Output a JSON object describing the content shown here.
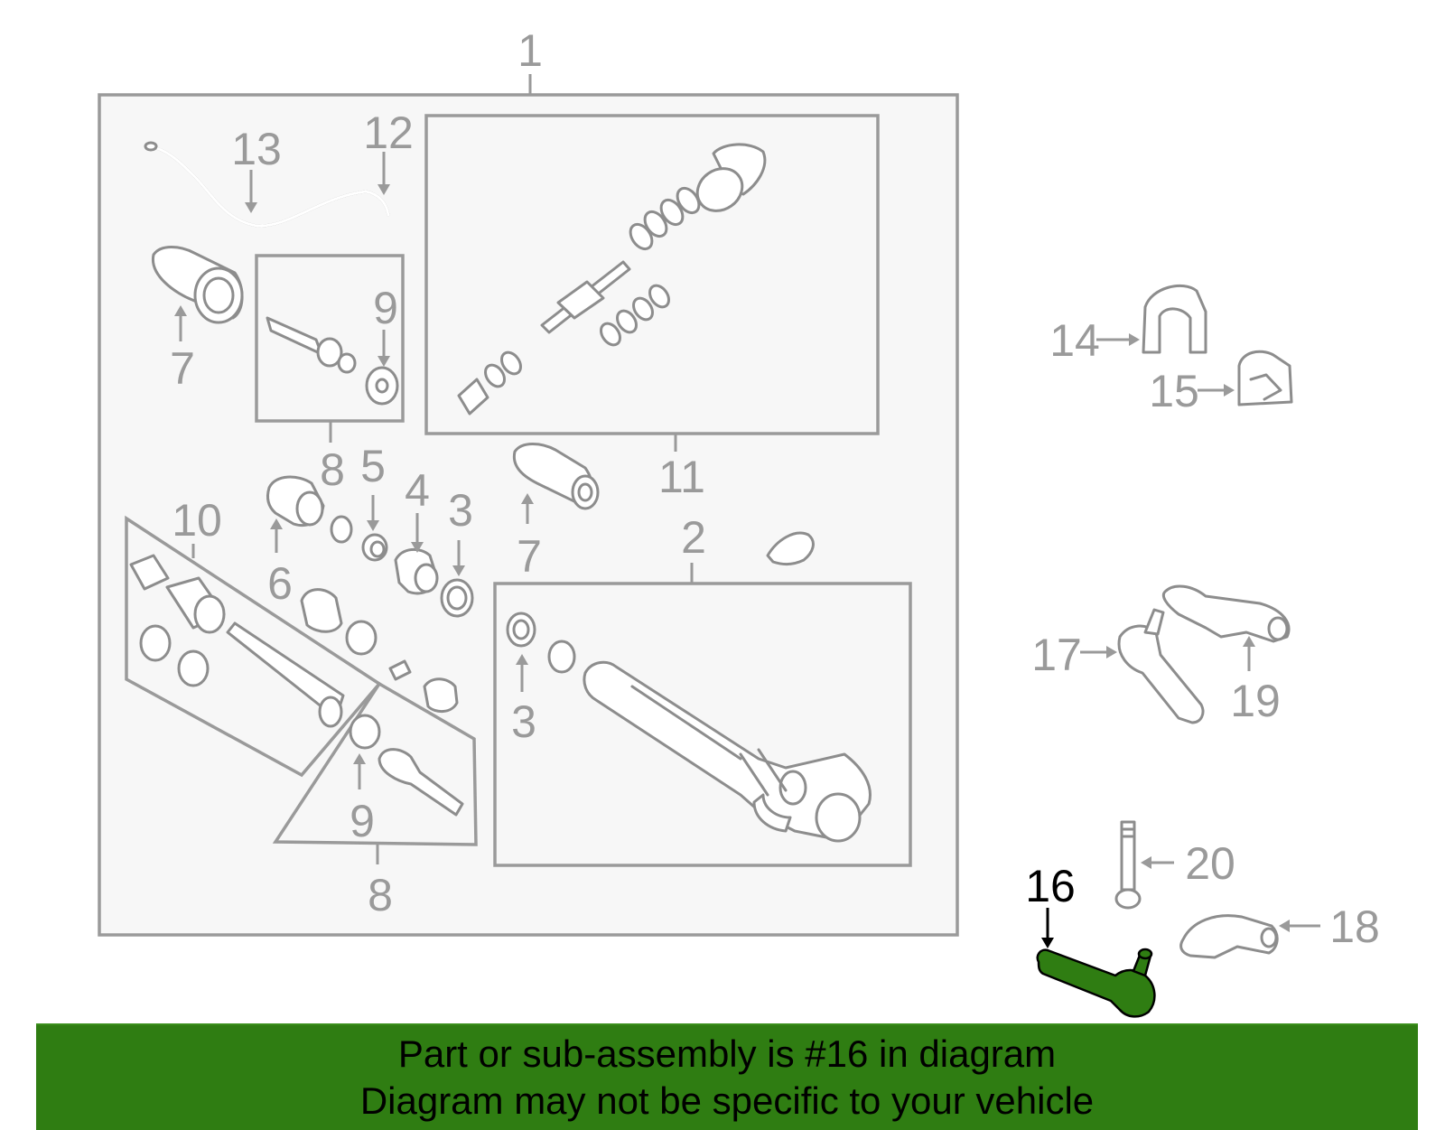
{
  "callouts": {
    "c1": "1",
    "c2": "2",
    "c3a": "3",
    "c3b": "3",
    "c4": "4",
    "c5": "5",
    "c6": "6",
    "c7a": "7",
    "c7b": "7",
    "c8a": "8",
    "c8b": "8",
    "c9a": "9",
    "c9b": "9",
    "c10": "10",
    "c11": "11",
    "c12": "12",
    "c13": "13",
    "c14": "14",
    "c15": "15",
    "c16": "16",
    "c17": "17",
    "c18": "18",
    "c19": "19",
    "c20": "20"
  },
  "highlight": {
    "part": "16",
    "color": "#2f7d12"
  },
  "colors": {
    "banner": "#2f7d12",
    "frame": "#9a9a9a",
    "panel": "#f7f7f7"
  },
  "banner": {
    "line1": "Part or sub-assembly is #16 in diagram",
    "line2": "Diagram may not be specific to your vehicle"
  }
}
